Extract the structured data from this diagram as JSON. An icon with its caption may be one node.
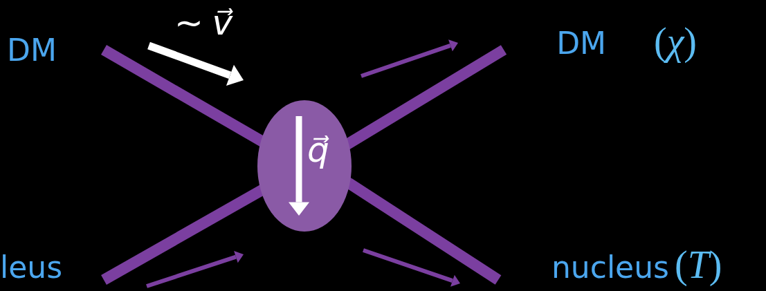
{
  "diagram": {
    "nodes": [
      {
        "text": [
          "DM"
        ]
      },
      {
        "text": [
          "leus"
        ]
      },
      {
        "text": [],
        "shape": "ellipse"
      },
      {
        "text": [
          "DM"
        ],
        "beside": [
          "(*χ*)"
        ]
      },
      {
        "text": [
          "nucleus"
        ],
        "beside": [
          "(*T*)"
        ]
      }
    ],
    "edges": [
      {
        "from": 0,
        "to": 2,
        "arrow": "none"
      },
      {
        "from": 1,
        "to": 2,
        "arrow": "none"
      },
      {
        "from": 2,
        "to": 3,
        "arrow": "none"
      },
      {
        "from": 2,
        "to": 4,
        "arrow": "none"
      }
    ],
    "labels": [
      "∼ *v⃗*",
      "*q⃗*"
    ]
  }
}
